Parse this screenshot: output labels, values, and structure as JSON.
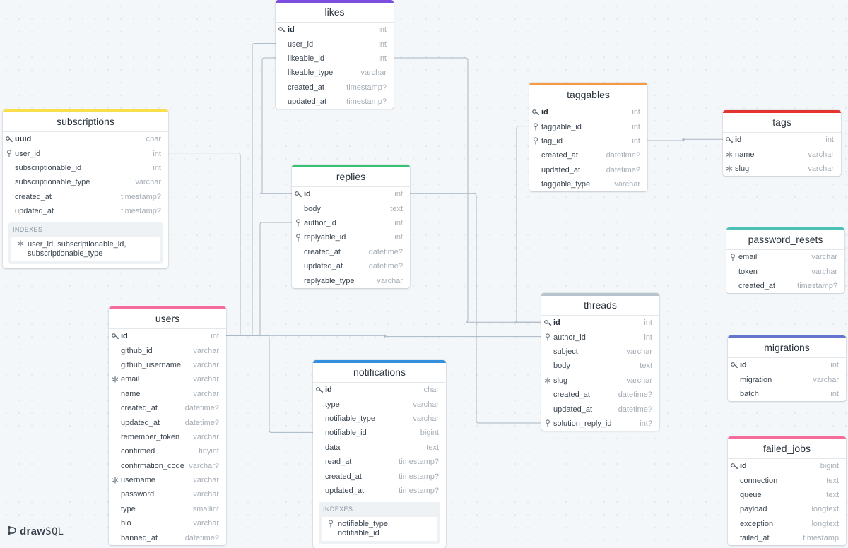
{
  "brand": {
    "name_bold": "draw",
    "name_rest": "SQL"
  },
  "index_heading": "INDEXES",
  "tables": [
    {
      "key": "likes",
      "name": "likes",
      "color": "#7c4dde",
      "columns": [
        {
          "name": "id",
          "type": "int",
          "icon": "key"
        },
        {
          "name": "user_id",
          "type": "int",
          "icon": ""
        },
        {
          "name": "likeable_id",
          "type": "int",
          "icon": ""
        },
        {
          "name": "likeable_type",
          "type": "varchar",
          "icon": ""
        },
        {
          "name": "created_at",
          "type": "timestamp?",
          "icon": ""
        },
        {
          "name": "updated_at",
          "type": "timestamp?",
          "icon": ""
        }
      ]
    },
    {
      "key": "subscriptions",
      "name": "subscriptions",
      "color": "#f9e04b",
      "columns": [
        {
          "name": "uuid",
          "type": "char",
          "icon": "key"
        },
        {
          "name": "user_id",
          "type": "int",
          "icon": "fk"
        },
        {
          "name": "subscriptionable_id",
          "type": "int",
          "icon": ""
        },
        {
          "name": "subscriptionable_type",
          "type": "varchar",
          "icon": ""
        },
        {
          "name": "created_at",
          "type": "timestamp?",
          "icon": ""
        },
        {
          "name": "updated_at",
          "type": "timestamp?",
          "icon": ""
        }
      ],
      "indexes": [
        {
          "icon": "unique",
          "text": "user_id, subscriptionable_id, subscriptionable_type"
        }
      ]
    },
    {
      "key": "replies",
      "name": "replies",
      "color": "#38c172",
      "columns": [
        {
          "name": "id",
          "type": "int",
          "icon": "key"
        },
        {
          "name": "body",
          "type": "text",
          "icon": ""
        },
        {
          "name": "author_id",
          "type": "int",
          "icon": "fk"
        },
        {
          "name": "replyable_id",
          "type": "int",
          "icon": "fk"
        },
        {
          "name": "created_at",
          "type": "datetime?",
          "icon": ""
        },
        {
          "name": "updated_at",
          "type": "datetime?",
          "icon": ""
        },
        {
          "name": "replyable_type",
          "type": "varchar",
          "icon": ""
        }
      ]
    },
    {
      "key": "taggables",
      "name": "taggables",
      "color": "#f6993f",
      "columns": [
        {
          "name": "id",
          "type": "int",
          "icon": "key"
        },
        {
          "name": "taggable_id",
          "type": "int",
          "icon": "fk"
        },
        {
          "name": "tag_id",
          "type": "int",
          "icon": "fk"
        },
        {
          "name": "created_at",
          "type": "datetime?",
          "icon": ""
        },
        {
          "name": "updated_at",
          "type": "datetime?",
          "icon": ""
        },
        {
          "name": "taggable_type",
          "type": "varchar",
          "icon": ""
        }
      ]
    },
    {
      "key": "tags",
      "name": "tags",
      "color": "#e3342f",
      "columns": [
        {
          "name": "id",
          "type": "int",
          "icon": "key"
        },
        {
          "name": "name",
          "type": "varchar",
          "icon": "unique"
        },
        {
          "name": "slug",
          "type": "varchar",
          "icon": "unique"
        }
      ]
    },
    {
      "key": "password_resets",
      "name": "password_resets",
      "color": "#4dc0b5",
      "columns": [
        {
          "name": "email",
          "type": "varchar",
          "icon": "fk"
        },
        {
          "name": "token",
          "type": "varchar",
          "icon": ""
        },
        {
          "name": "created_at",
          "type": "timestamp?",
          "icon": ""
        }
      ]
    },
    {
      "key": "users",
      "name": "users",
      "color": "#f66d9b",
      "columns": [
        {
          "name": "id",
          "type": "int",
          "icon": "key"
        },
        {
          "name": "github_id",
          "type": "varchar",
          "icon": ""
        },
        {
          "name": "github_username",
          "type": "varchar",
          "icon": ""
        },
        {
          "name": "email",
          "type": "varchar",
          "icon": "unique"
        },
        {
          "name": "name",
          "type": "varchar",
          "icon": ""
        },
        {
          "name": "created_at",
          "type": "datetime?",
          "icon": ""
        },
        {
          "name": "updated_at",
          "type": "datetime?",
          "icon": ""
        },
        {
          "name": "remember_token",
          "type": "varchar",
          "icon": ""
        },
        {
          "name": "confirmed",
          "type": "tinyint",
          "icon": ""
        },
        {
          "name": "confirmation_code",
          "type": "varchar?",
          "icon": ""
        },
        {
          "name": "username",
          "type": "varchar",
          "icon": "unique"
        },
        {
          "name": "password",
          "type": "varchar",
          "icon": ""
        },
        {
          "name": "type",
          "type": "smallint",
          "icon": ""
        },
        {
          "name": "bio",
          "type": "varchar",
          "icon": ""
        },
        {
          "name": "banned_at",
          "type": "datetime?",
          "icon": ""
        }
      ]
    },
    {
      "key": "threads",
      "name": "threads",
      "color": "#b8c2cc",
      "columns": [
        {
          "name": "id",
          "type": "int",
          "icon": "key"
        },
        {
          "name": "author_id",
          "type": "int",
          "icon": "fk"
        },
        {
          "name": "subject",
          "type": "varchar",
          "icon": ""
        },
        {
          "name": "body",
          "type": "text",
          "icon": ""
        },
        {
          "name": "slug",
          "type": "varchar",
          "icon": "unique"
        },
        {
          "name": "created_at",
          "type": "datetime?",
          "icon": ""
        },
        {
          "name": "updated_at",
          "type": "datetime?",
          "icon": ""
        },
        {
          "name": "solution_reply_id",
          "type": "int?",
          "icon": "fk"
        }
      ]
    },
    {
      "key": "notifications",
      "name": "notifications",
      "color": "#3490dc",
      "columns": [
        {
          "name": "id",
          "type": "char",
          "icon": "key"
        },
        {
          "name": "type",
          "type": "varchar",
          "icon": ""
        },
        {
          "name": "notifiable_type",
          "type": "varchar",
          "icon": ""
        },
        {
          "name": "notifiable_id",
          "type": "bigint",
          "icon": ""
        },
        {
          "name": "data",
          "type": "text",
          "icon": ""
        },
        {
          "name": "read_at",
          "type": "timestamp?",
          "icon": ""
        },
        {
          "name": "created_at",
          "type": "timestamp?",
          "icon": ""
        },
        {
          "name": "updated_at",
          "type": "timestamp?",
          "icon": ""
        }
      ],
      "indexes": [
        {
          "icon": "fk",
          "text": "notifiable_type, notifiable_id"
        }
      ]
    },
    {
      "key": "migrations",
      "name": "migrations",
      "color": "#6574cd",
      "columns": [
        {
          "name": "id",
          "type": "int",
          "icon": "key"
        },
        {
          "name": "migration",
          "type": "varchar",
          "icon": ""
        },
        {
          "name": "batch",
          "type": "int",
          "icon": ""
        }
      ]
    },
    {
      "key": "failed_jobs",
      "name": "failed_jobs",
      "color": "#f66d9b",
      "columns": [
        {
          "name": "id",
          "type": "bigint",
          "icon": "key"
        },
        {
          "name": "connection",
          "type": "text",
          "icon": ""
        },
        {
          "name": "queue",
          "type": "text",
          "icon": ""
        },
        {
          "name": "payload",
          "type": "longtext",
          "icon": ""
        },
        {
          "name": "exception",
          "type": "longtext",
          "icon": ""
        },
        {
          "name": "failed_at",
          "type": "timestamp",
          "icon": ""
        }
      ]
    }
  ],
  "relations": [
    {
      "from": "users.id",
      "to": "likes.user_id"
    },
    {
      "from": "users.id",
      "to": "subscriptions.user_id"
    },
    {
      "from": "users.id",
      "to": "replies.author_id"
    },
    {
      "from": "users.id",
      "to": "threads.author_id"
    },
    {
      "from": "users.id",
      "to": "notifications.notifiable_id"
    },
    {
      "from": "replies.id",
      "to": "likes.likeable_id"
    },
    {
      "from": "replies.id",
      "to": "threads.solution_reply_id"
    },
    {
      "from": "threads.id",
      "to": "likes.likeable_id"
    },
    {
      "from": "threads.id",
      "to": "taggables.taggable_id"
    },
    {
      "from": "tags.id",
      "to": "taggables.tag_id"
    }
  ]
}
